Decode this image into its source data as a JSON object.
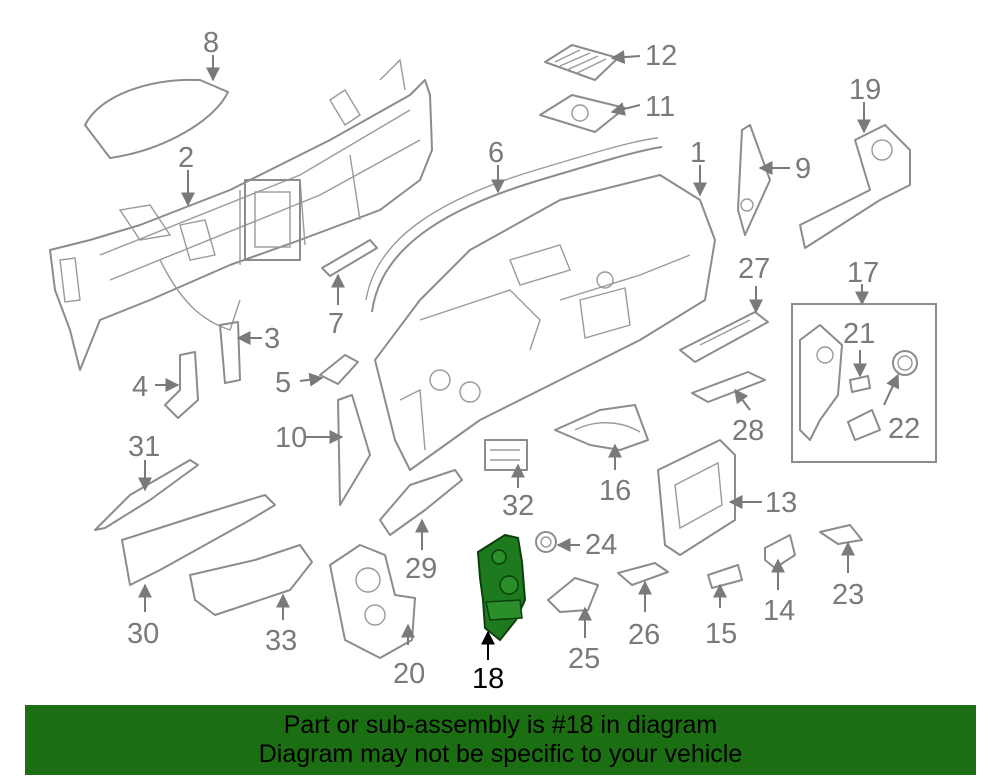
{
  "highlight_color": "#1e7a1e",
  "banner_color": "#1b6e12",
  "callouts": {
    "c1": "1",
    "c2": "2",
    "c3": "3",
    "c4": "4",
    "c5": "5",
    "c6": "6",
    "c7": "7",
    "c8": "8",
    "c9": "9",
    "c10": "10",
    "c11": "11",
    "c12": "12",
    "c13": "13",
    "c14": "14",
    "c15": "15",
    "c16": "16",
    "c17": "17",
    "c18": "18",
    "c19": "19",
    "c20": "20",
    "c21": "21",
    "c22": "22",
    "c23": "23",
    "c24": "24",
    "c25": "25",
    "c26": "26",
    "c27": "27",
    "c28": "28",
    "c29": "29",
    "c30": "30",
    "c31": "31",
    "c32": "32",
    "c33": "33"
  },
  "banner": {
    "line1": "Part or sub-assembly is #18 in diagram",
    "line2": "Diagram may not be specific to your vehicle"
  }
}
